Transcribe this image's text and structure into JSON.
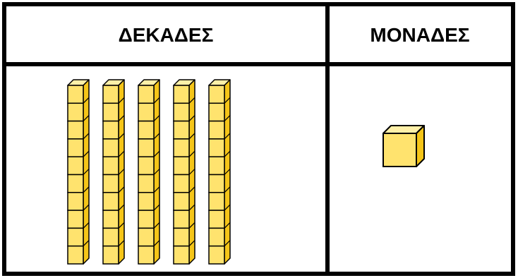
{
  "table": {
    "headers": {
      "tens": "ΔΕΚΑΔΕΣ",
      "ones": "ΜΟΝΑΔΕΣ"
    }
  },
  "blocks": {
    "tens_rods": 5,
    "cubes_per_rod": 10,
    "ones_cubes": 1
  },
  "colors": {
    "cube_front": "#FFE36E",
    "cube_side": "#F5C518",
    "cube_top": "#FFF0A8",
    "outline": "#000000"
  }
}
